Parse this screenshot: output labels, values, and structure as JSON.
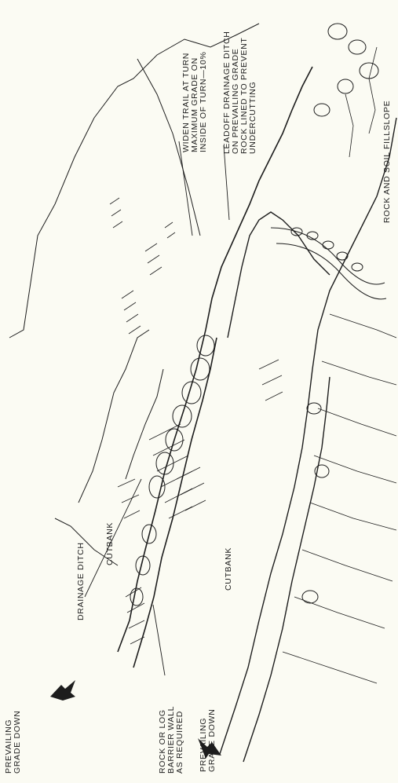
{
  "labels": {
    "prevailing_grade_top": [
      "PREVAILING",
      "GRADE DOWN"
    ],
    "prevailing_grade_bottom": [
      "PREVAILING",
      "GRADE DOWN"
    ],
    "drainage_ditch": "DRAINAGE DITCH",
    "cutbank_upper": "CUTBANK",
    "cutbank_lower": "CUTBANK",
    "barrier_wall": [
      "ROCK OR LOG",
      "BARRIER WALL",
      "AS REQUIRED"
    ],
    "widen_trail": [
      "WIDEN TRAIL AT TURN",
      "MAXIMUM GRADE ON",
      "INSIDE OF TURN—10%"
    ],
    "leadoff_ditch": [
      "LEADOFF DRAINAGE DITCH",
      "ON PREVAILING GRADE",
      "ROCK LINED TO PREVENT",
      "UNDERCUTTING"
    ],
    "fillslope": "ROCK AND SOIL FILLSLOPE"
  },
  "colors": {
    "background": "#fbfbf3",
    "ink": "#1d1d1d"
  }
}
